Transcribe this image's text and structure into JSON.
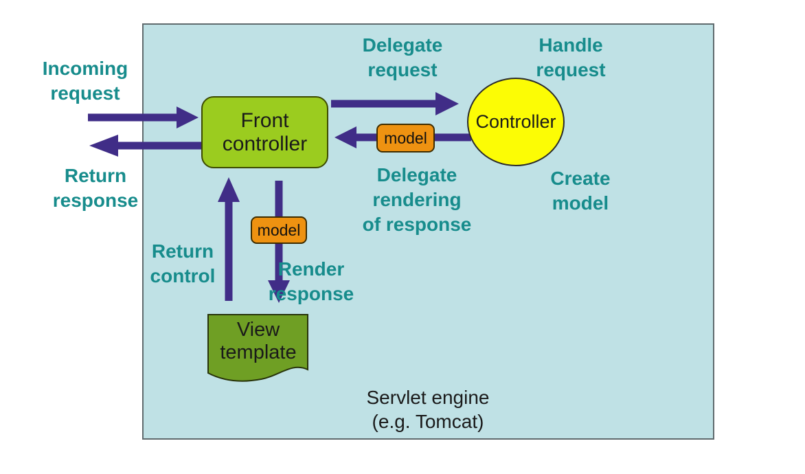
{
  "diagram_title": "Front controller MVC request flow",
  "colors": {
    "servlet_box_fill": "#bfe1e5",
    "servlet_box_border": "#5f6a6d",
    "arrow": "#402d87",
    "flow_label_text": "#178c8c",
    "front_controller_fill": "#9bcc1f",
    "controller_fill": "#fcfc05",
    "view_template_fill": "#6f9f24",
    "model_fill": "#ee9211",
    "node_text": "#1a1a1a"
  },
  "nodes": {
    "front_controller": {
      "line1": "Front",
      "line2": "controller"
    },
    "controller": {
      "label": "Controller"
    },
    "view_template": {
      "line1": "View",
      "line2": "template"
    },
    "model_top": {
      "label": "model"
    },
    "model_bottom": {
      "label": "model"
    }
  },
  "flow_labels": {
    "incoming_request": {
      "line1": "Incoming",
      "line2": "request"
    },
    "return_response": {
      "line1": "Return",
      "line2": "response"
    },
    "delegate_request": {
      "line1": "Delegate",
      "line2": "request"
    },
    "handle_request": {
      "line1": "Handle",
      "line2": "request"
    },
    "delegate_rendering": {
      "line1": "Delegate",
      "line2": "rendering",
      "line3": "of response"
    },
    "create_model": {
      "line1": "Create",
      "line2": "model"
    },
    "return_control": {
      "line1": "Return",
      "line2": "control"
    },
    "render_response": {
      "line1": "Render",
      "line2": "response"
    }
  },
  "container_label": {
    "line1": "Servlet engine",
    "line2": "(e.g. Tomcat)"
  },
  "arrows": [
    "incoming-request-arrow",
    "return-response-arrow",
    "delegate-request-arrow",
    "model-return-arrow",
    "return-control-arrow",
    "render-response-arrow"
  ]
}
